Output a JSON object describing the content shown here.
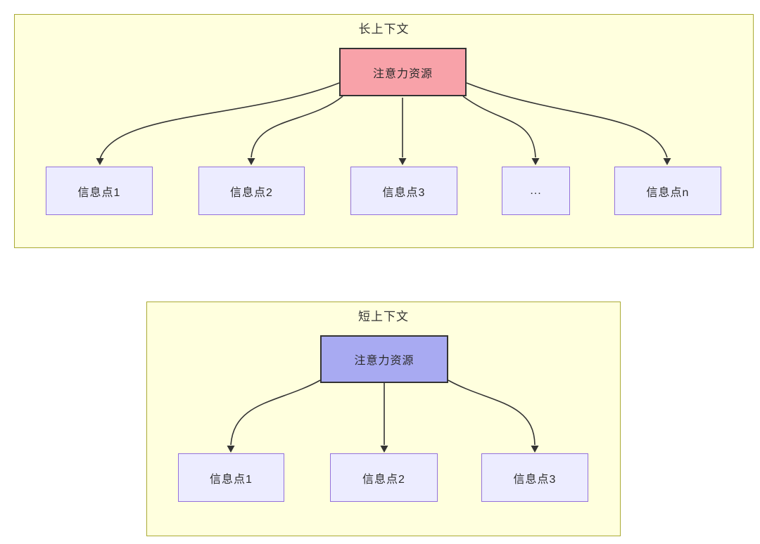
{
  "diagram": {
    "type": "flowchart",
    "sections": {
      "long": {
        "title": "长上下文",
        "source": {
          "label": "注意力资源",
          "fill": "#f8a2a9"
        },
        "targets": [
          {
            "label": "信息点1"
          },
          {
            "label": "信息点2"
          },
          {
            "label": "信息点3"
          },
          {
            "label": "..."
          },
          {
            "label": "信息点n"
          }
        ]
      },
      "short": {
        "title": "短上下文",
        "source": {
          "label": "注意力资源",
          "fill": "#a8aaf2"
        },
        "targets": [
          {
            "label": "信息点1"
          },
          {
            "label": "信息点2"
          },
          {
            "label": "信息点3"
          }
        ]
      }
    },
    "colors": {
      "cluster_fill": "#ffffde",
      "cluster_border": "#aaaa33",
      "info_node_fill": "#ececff",
      "info_node_border": "#9370db",
      "source_border": "#333333",
      "arrow": "#333333",
      "text": "#2b2b2b",
      "page_background": "#ffffff"
    }
  }
}
